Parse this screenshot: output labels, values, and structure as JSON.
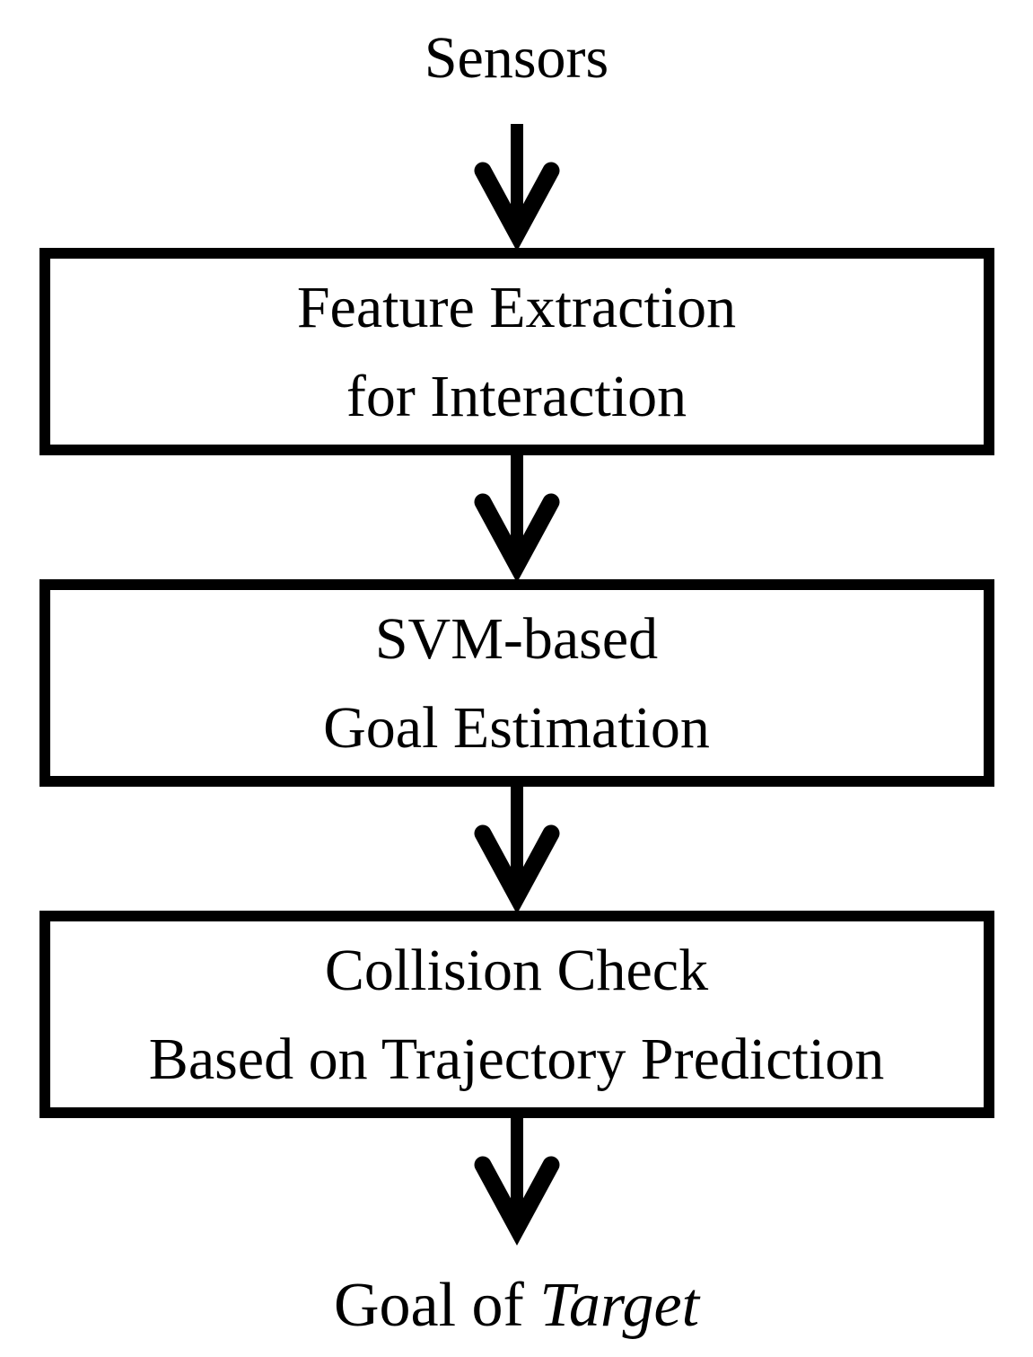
{
  "diagram": {
    "source_label": "Sensors",
    "boxes": [
      {
        "line1": "Feature Extraction",
        "line2": "for Interaction"
      },
      {
        "line1": "SVM-based",
        "line2": "Goal Estimation"
      },
      {
        "line1": "Collision Check",
        "line2": "Based on Trajectory Prediction"
      }
    ],
    "sink_label_prefix": "Goal of ",
    "sink_label_emphasis": "Target",
    "colors": {
      "ink": "#000000",
      "background": "#ffffff"
    }
  }
}
